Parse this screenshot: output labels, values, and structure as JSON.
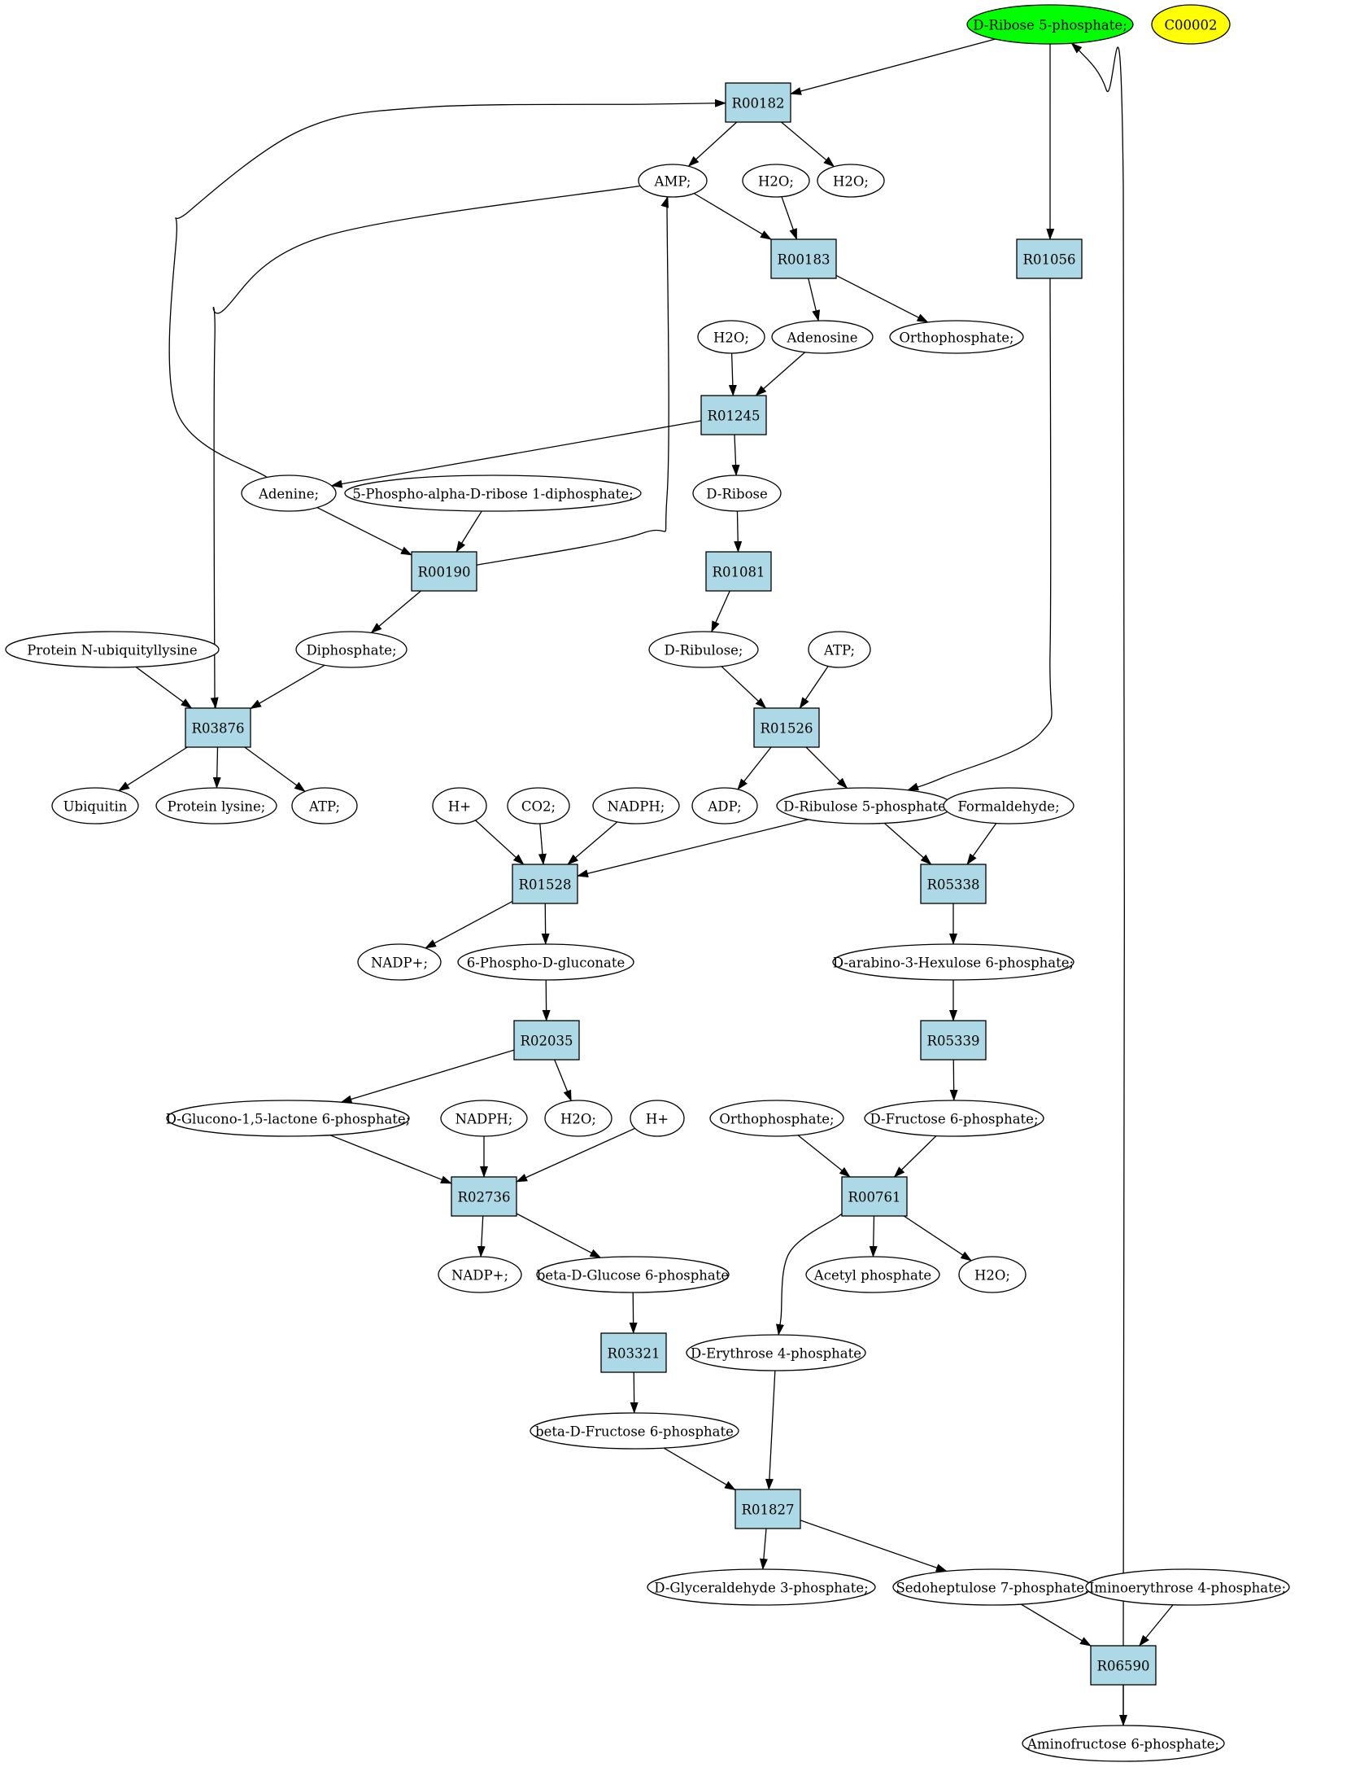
{
  "colors": {
    "reaction_fill": "#add8e6",
    "compound_fill": "#ffffff",
    "highlight_fill": "#00ff00",
    "secondary_highlight_fill": "#ffff00",
    "edge": "#000000"
  },
  "nodes": [
    {
      "id": "c_r5p",
      "kind": "compound",
      "label": "D-Ribose 5-phosphate;",
      "fill": "highlight"
    },
    {
      "id": "c_c00002",
      "kind": "compound",
      "label": "C00002",
      "fill": "secondary"
    },
    {
      "id": "r00182",
      "kind": "reaction",
      "label": "R00182"
    },
    {
      "id": "c_amp",
      "kind": "compound",
      "label": "AMP;"
    },
    {
      "id": "c_h2o_a",
      "kind": "compound",
      "label": "H2O;"
    },
    {
      "id": "c_h2o_b",
      "kind": "compound",
      "label": "H2O;"
    },
    {
      "id": "r00183",
      "kind": "reaction",
      "label": "R00183"
    },
    {
      "id": "r01056",
      "kind": "reaction",
      "label": "R01056"
    },
    {
      "id": "c_h2o_c",
      "kind": "compound",
      "label": "H2O;"
    },
    {
      "id": "c_adenosine",
      "kind": "compound",
      "label": "Adenosine"
    },
    {
      "id": "c_orthophos_a",
      "kind": "compound",
      "label": "Orthophosphate;"
    },
    {
      "id": "r01245",
      "kind": "reaction",
      "label": "R01245"
    },
    {
      "id": "c_adenine",
      "kind": "compound",
      "label": "Adenine;"
    },
    {
      "id": "c_prpp",
      "kind": "compound",
      "label": "5-Phospho-alpha-D-ribose 1-diphosphate;"
    },
    {
      "id": "c_dribose",
      "kind": "compound",
      "label": "D-Ribose"
    },
    {
      "id": "r00190",
      "kind": "reaction",
      "label": "R00190"
    },
    {
      "id": "r01081",
      "kind": "reaction",
      "label": "R01081"
    },
    {
      "id": "c_protubq",
      "kind": "compound",
      "label": "Protein N-ubiquityllysine"
    },
    {
      "id": "c_diphos",
      "kind": "compound",
      "label": "Diphosphate;"
    },
    {
      "id": "c_dribulose",
      "kind": "compound",
      "label": "D-Ribulose;"
    },
    {
      "id": "c_atp_a",
      "kind": "compound",
      "label": "ATP;"
    },
    {
      "id": "r03876",
      "kind": "reaction",
      "label": "R03876"
    },
    {
      "id": "r01526",
      "kind": "reaction",
      "label": "R01526"
    },
    {
      "id": "c_ubiquitin",
      "kind": "compound",
      "label": "Ubiquitin"
    },
    {
      "id": "c_protlys",
      "kind": "compound",
      "label": "Protein lysine;"
    },
    {
      "id": "c_atp_b",
      "kind": "compound",
      "label": "ATP;"
    },
    {
      "id": "c_hplus_a",
      "kind": "compound",
      "label": "H+"
    },
    {
      "id": "c_co2",
      "kind": "compound",
      "label": "CO2;"
    },
    {
      "id": "c_nadph_a",
      "kind": "compound",
      "label": "NADPH;"
    },
    {
      "id": "c_adp",
      "kind": "compound",
      "label": "ADP;"
    },
    {
      "id": "c_ru5p",
      "kind": "compound",
      "label": "D-Ribulose 5-phosphate"
    },
    {
      "id": "c_formald",
      "kind": "compound",
      "label": "Formaldehyde;"
    },
    {
      "id": "r01528",
      "kind": "reaction",
      "label": "R01528"
    },
    {
      "id": "r05338",
      "kind": "reaction",
      "label": "R05338"
    },
    {
      "id": "c_nadp_a",
      "kind": "compound",
      "label": "NADP+;"
    },
    {
      "id": "c_6pg",
      "kind": "compound",
      "label": "6-Phospho-D-gluconate"
    },
    {
      "id": "c_hexulose",
      "kind": "compound",
      "label": "D-arabino-3-Hexulose 6-phosphate;"
    },
    {
      "id": "r02035",
      "kind": "reaction",
      "label": "R02035"
    },
    {
      "id": "r05339",
      "kind": "reaction",
      "label": "R05339"
    },
    {
      "id": "c_glucono",
      "kind": "compound",
      "label": "D-Glucono-1,5-lactone 6-phosphate;"
    },
    {
      "id": "c_nadph_b",
      "kind": "compound",
      "label": "NADPH;"
    },
    {
      "id": "c_h2o_d",
      "kind": "compound",
      "label": "H2O;"
    },
    {
      "id": "c_hplus_b",
      "kind": "compound",
      "label": "H+"
    },
    {
      "id": "c_orthophos_b",
      "kind": "compound",
      "label": "Orthophosphate;"
    },
    {
      "id": "c_f6p",
      "kind": "compound",
      "label": "D-Fructose 6-phosphate;"
    },
    {
      "id": "r02736",
      "kind": "reaction",
      "label": "R02736"
    },
    {
      "id": "r00761",
      "kind": "reaction",
      "label": "R00761"
    },
    {
      "id": "c_nadp_b",
      "kind": "compound",
      "label": "NADP+;"
    },
    {
      "id": "c_bg6p",
      "kind": "compound",
      "label": "beta-D-Glucose 6-phosphate"
    },
    {
      "id": "c_acetylp",
      "kind": "compound",
      "label": "Acetyl phosphate"
    },
    {
      "id": "c_h2o_e",
      "kind": "compound",
      "label": "H2O;"
    },
    {
      "id": "r03321",
      "kind": "reaction",
      "label": "R03321"
    },
    {
      "id": "c_e4p",
      "kind": "compound",
      "label": "D-Erythrose 4-phosphate"
    },
    {
      "id": "c_bf6p",
      "kind": "compound",
      "label": "beta-D-Fructose 6-phosphate"
    },
    {
      "id": "r01827",
      "kind": "reaction",
      "label": "R01827"
    },
    {
      "id": "c_g3p",
      "kind": "compound",
      "label": "D-Glyceraldehyde 3-phosphate;"
    },
    {
      "id": "c_s7p",
      "kind": "compound",
      "label": "Sedoheptulose 7-phosphate;"
    },
    {
      "id": "c_imino",
      "kind": "compound",
      "label": "Iminoerythrose 4-phosphate;"
    },
    {
      "id": "r06590",
      "kind": "reaction",
      "label": "R06590"
    },
    {
      "id": "c_aminof6p",
      "kind": "compound",
      "label": "Aminofructose 6-phosphate;"
    }
  ],
  "edges": [
    [
      "c_r5p",
      "r00182"
    ],
    [
      "c_r5p",
      "r01056"
    ],
    [
      "r00182",
      "c_amp"
    ],
    [
      "r00182",
      "c_h2o_b"
    ],
    [
      "c_adenine",
      "r00182"
    ],
    [
      "c_amp",
      "r00183"
    ],
    [
      "c_h2o_a",
      "r00183"
    ],
    [
      "c_amp",
      "r03876"
    ],
    [
      "r00183",
      "c_adenosine"
    ],
    [
      "r00183",
      "c_orthophos_a"
    ],
    [
      "c_h2o_c",
      "r01245"
    ],
    [
      "c_adenosine",
      "r01245"
    ],
    [
      "r01245",
      "c_adenine"
    ],
    [
      "r01245",
      "c_dribose"
    ],
    [
      "c_adenine",
      "r00190"
    ],
    [
      "c_prpp",
      "r00190"
    ],
    [
      "r00190",
      "c_amp"
    ],
    [
      "r00190",
      "c_diphos"
    ],
    [
      "c_dribose",
      "r01081"
    ],
    [
      "r01081",
      "c_dribulose"
    ],
    [
      "c_protubq",
      "r03876"
    ],
    [
      "c_diphos",
      "r03876"
    ],
    [
      "r03876",
      "c_ubiquitin"
    ],
    [
      "r03876",
      "c_protlys"
    ],
    [
      "r03876",
      "c_atp_b"
    ],
    [
      "c_dribulose",
      "r01526"
    ],
    [
      "c_atp_a",
      "r01526"
    ],
    [
      "r01526",
      "c_adp"
    ],
    [
      "r01526",
      "c_ru5p"
    ],
    [
      "r01056",
      "c_ru5p"
    ],
    [
      "c_hplus_a",
      "r01528"
    ],
    [
      "c_co2",
      "r01528"
    ],
    [
      "c_nadph_a",
      "r01528"
    ],
    [
      "c_ru5p",
      "r01528"
    ],
    [
      "c_ru5p",
      "r05338"
    ],
    [
      "c_formald",
      "r05338"
    ],
    [
      "r01528",
      "c_nadp_a"
    ],
    [
      "r01528",
      "c_6pg"
    ],
    [
      "r05338",
      "c_hexulose"
    ],
    [
      "c_6pg",
      "r02035"
    ],
    [
      "c_hexulose",
      "r05339"
    ],
    [
      "r02035",
      "c_glucono"
    ],
    [
      "r02035",
      "c_h2o_d"
    ],
    [
      "r05339",
      "c_f6p"
    ],
    [
      "c_glucono",
      "r02736"
    ],
    [
      "c_nadph_b",
      "r02736"
    ],
    [
      "c_hplus_b",
      "r02736"
    ],
    [
      "c_orthophos_b",
      "r00761"
    ],
    [
      "c_f6p",
      "r00761"
    ],
    [
      "r02736",
      "c_nadp_b"
    ],
    [
      "r02736",
      "c_bg6p"
    ],
    [
      "r00761",
      "c_acetylp"
    ],
    [
      "r00761",
      "c_h2o_e"
    ],
    [
      "r00761",
      "c_e4p"
    ],
    [
      "c_bg6p",
      "r03321"
    ],
    [
      "r03321",
      "c_bf6p"
    ],
    [
      "c_bf6p",
      "r01827"
    ],
    [
      "c_e4p",
      "r01827"
    ],
    [
      "r01827",
      "c_g3p"
    ],
    [
      "r01827",
      "c_s7p"
    ],
    [
      "c_s7p",
      "r06590"
    ],
    [
      "c_imino",
      "r06590"
    ],
    [
      "r06590",
      "c_aminof6p"
    ],
    [
      "r06590",
      "c_r5p"
    ]
  ]
}
